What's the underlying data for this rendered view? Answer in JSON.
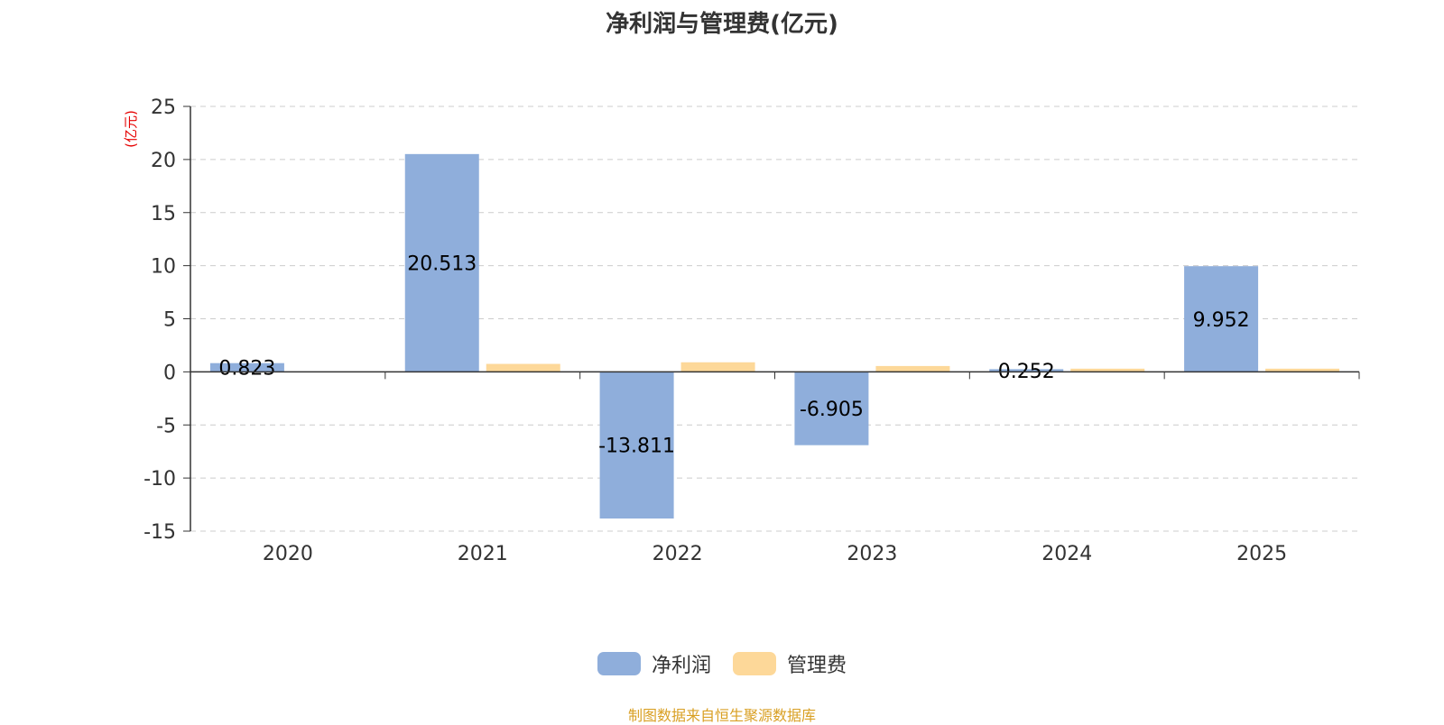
{
  "title": "净利润与管理费(亿元)",
  "source": "制图数据来自恒生聚源数据库",
  "colors": {
    "series1": "#8faedb",
    "series2": "#fdd899",
    "unit": "#e60000",
    "source": "#d9a024"
  },
  "chart_data": {
    "type": "bar",
    "title": "净利润与管理费(亿元)",
    "ylabel": "(亿元)",
    "ylim": [
      -15,
      25
    ],
    "yticks": [
      25,
      20,
      15,
      10,
      5,
      0,
      -5,
      -10,
      -15
    ],
    "grid": true,
    "legend_position": "bottom",
    "categories": [
      "2020",
      "2021",
      "2022",
      "2023",
      "2024",
      "2025"
    ],
    "series": [
      {
        "name": "净利润",
        "values": [
          0.823,
          20.513,
          -13.811,
          -6.905,
          0.252,
          9.952
        ],
        "labels": [
          "0.823",
          "20.513",
          "-13.811",
          "-6.905",
          "0.252",
          "9.952"
        ]
      },
      {
        "name": "管理费",
        "values": [
          0,
          0.75,
          0.9,
          0.55,
          0.3,
          0.3
        ]
      }
    ]
  }
}
